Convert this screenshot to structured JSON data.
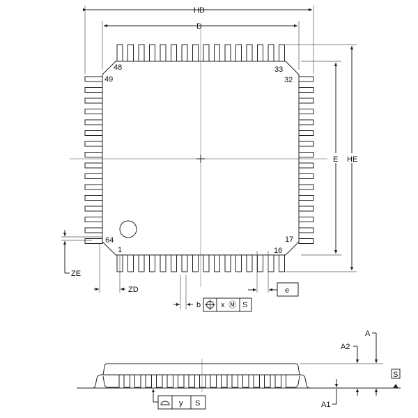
{
  "top_view": {
    "dimensions": {
      "HD": "HD",
      "D": "D",
      "E": "E",
      "HE": "HE",
      "ZE": "ZE",
      "ZD": "ZD",
      "b": "b",
      "e": "e"
    },
    "pins": {
      "p48": "48",
      "p49": "49",
      "p33": "33",
      "p32": "32",
      "p64": "64",
      "p1": "1",
      "p17": "17",
      "p16": "16"
    },
    "leads_per_side": 16,
    "position_tolerance": {
      "symbol": "⊕",
      "value": "x",
      "modifier": "Ⓜ",
      "datum": "S"
    }
  },
  "side_view": {
    "dimensions": {
      "A": "A",
      "A2": "A2",
      "A1": "A1"
    },
    "datum_label": "S",
    "flatness_tolerance": {
      "symbol": "⌓",
      "value": "y",
      "datum": "S"
    }
  }
}
